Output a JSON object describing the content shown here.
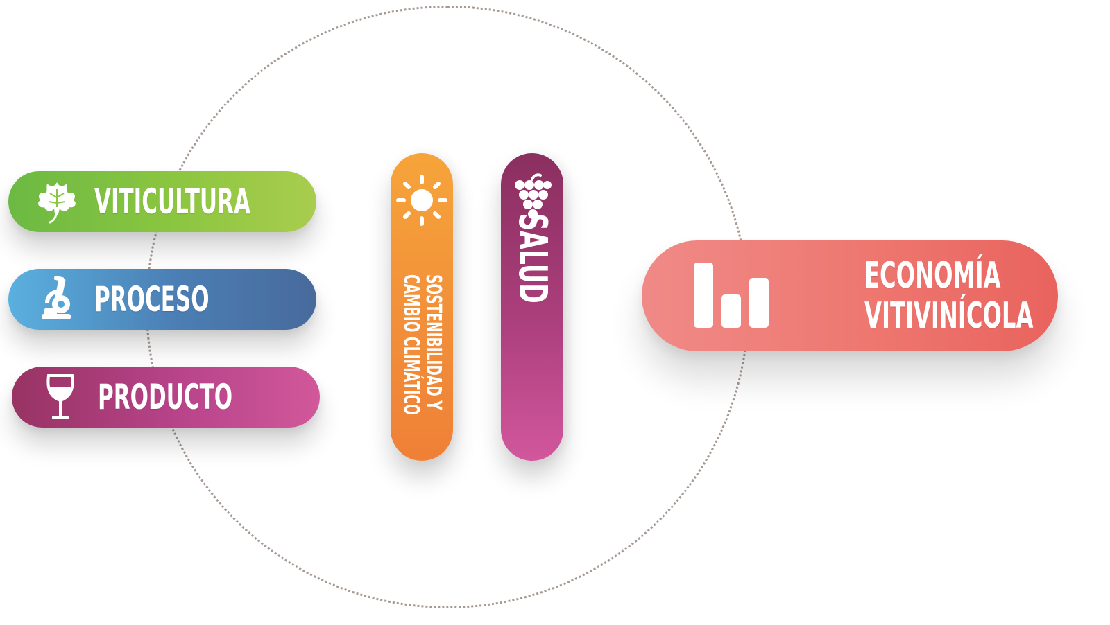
{
  "diagram": {
    "pillars": [
      {
        "label": "VITICULTURA",
        "icon": "grape-leaf-icon",
        "color_start": "#6cb943",
        "color_end": "#a9cd4e"
      },
      {
        "label": "PROCESO",
        "icon": "microscope-icon",
        "color_start": "#5ab0df",
        "color_end": "#486a9c"
      },
      {
        "label": "PRODUCTO",
        "icon": "wine-glass-icon",
        "color_start": "#983364",
        "color_end": "#d1589a"
      }
    ],
    "sustainability": {
      "line1": "SOSTENIBILIDAD Y",
      "line2": "CAMBIO CLIMÁTICO",
      "icon": "sun-icon",
      "color_start": "#f6a43a",
      "color_end": "#ef8036"
    },
    "health": {
      "label": "SALUD",
      "icon": "grape-cluster-icon",
      "color_start": "#8a2f5f",
      "color_end": "#d2579c"
    },
    "economy": {
      "line1": "ECONOMÍA",
      "line2": "VITIVINÍCOLA",
      "icon": "bar-chart-icon",
      "color_start": "#f08a87",
      "color_end": "#e9635e"
    },
    "ring_color": "#a69a92"
  }
}
